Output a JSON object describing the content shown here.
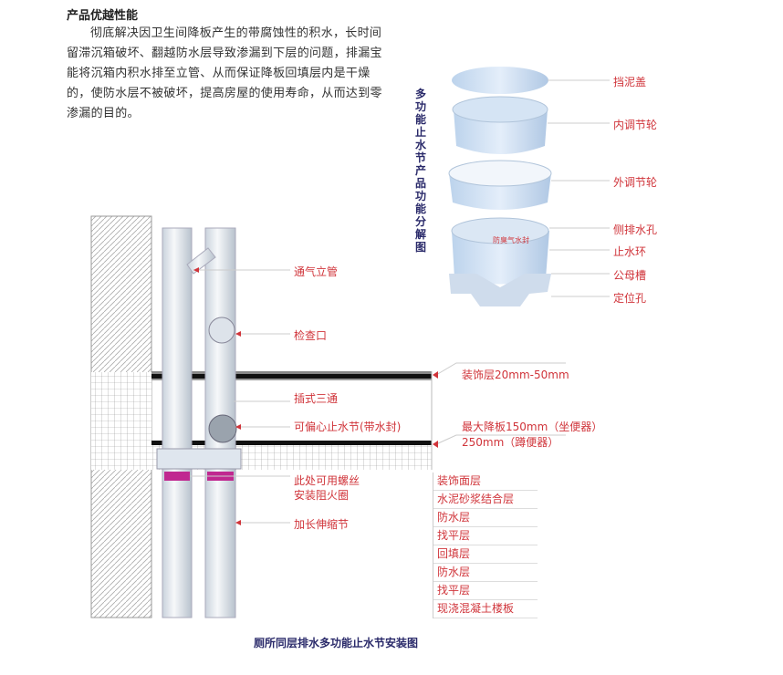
{
  "heading": "产品优越性能",
  "intro": "彻底解决因卫生间降板产生的带腐蚀性的积水，长时间留滞沉箱破坏、翻越防水层导致渗漏到下层的问题，排漏宝能将沉箱内积水排至立管、从而保证降板回填层内是干燥的，使防水层不被破坏，提高房屋的使用寿命，从而达到零渗漏的目的。",
  "exploded_title": "多功能止水节产品功能分解图",
  "exploded_labels": [
    "挡泥盖",
    "内调节轮",
    "外调节轮",
    "侧排水孔",
    "止水环",
    "公母槽",
    "定位孔"
  ],
  "inner_label": "防臭气水封",
  "pipe_labels": {
    "vent": "通气立管",
    "inspection": "检查口",
    "tee": "插式三通",
    "eccentric": "可偏心止水节(带水封)",
    "firering_1": "此处可用螺丝",
    "firering_2": "安装阻火圈",
    "extension": "加长伸缩节"
  },
  "dim_labels": {
    "decor": "装饰层20mm-50mm",
    "drop_1": "最大降板150mm（坐便器）",
    "drop_2": "250mm（蹲便器）"
  },
  "layers": [
    "装饰面层",
    "水泥砂浆结合层",
    "防水层",
    "找平层",
    "回填层",
    "防水层",
    "找平层",
    "现浇混凝土楼板"
  ],
  "caption": "厕所同层排水多功能止水节安装图",
  "colors": {
    "label": "#d0343a",
    "title": "#2a2a6a",
    "pipe": "#e8ecf0",
    "ring": "#c02890"
  }
}
